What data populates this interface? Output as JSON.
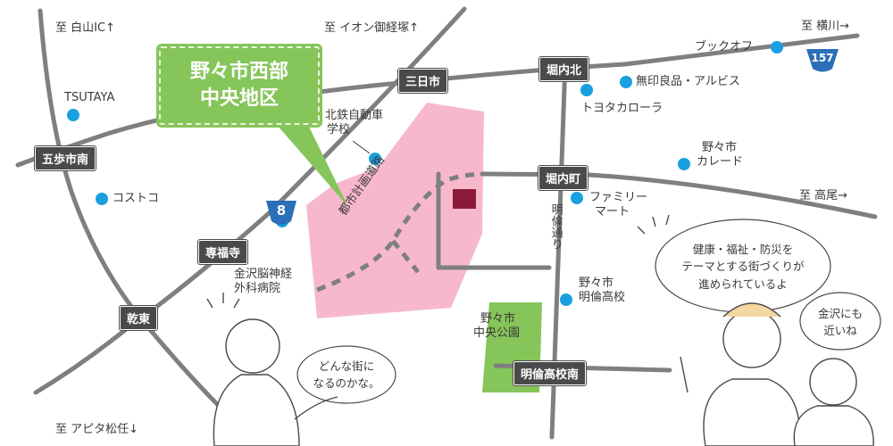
{
  "title": {
    "line1": "野々市西部",
    "line2": "中央地区"
  },
  "destinations": {
    "hakusan_ic": "至 白山IC↑",
    "aeon": "至 イオン御経塚↑",
    "yokogawa": "至 横川→",
    "takao": "至 高尾→",
    "apita": "至 アピタ松任↓"
  },
  "intersections": {
    "mikkaichi": "三日市",
    "horiuchi_kita": "堀内北",
    "gobuichi_minami": "五歩市南",
    "horiuchi_machi": "堀内町",
    "senpukuji": "専福寺",
    "inui_higashi": "乾東",
    "meirin_koko_minami": "明倫高校南"
  },
  "routes": {
    "national_8": "8",
    "prefectural_157": "157"
  },
  "landmarks": {
    "tsutaya": "TSUTAYA",
    "costco": "コストコ",
    "hokutetsu_school": {
      "line1": "北鉄自動車",
      "line2": "学校"
    },
    "kanazawa_hospital": {
      "line1": "金沢脳神経",
      "line2": "外科病院"
    },
    "book_off": "ブックオフ",
    "muji": "無印良品・アルビス",
    "toyota": "トヨタカローラ",
    "karedo": {
      "line1": "野々市",
      "line2": "カレード"
    },
    "familymart": {
      "line1": "ファミリー",
      "line2": "マート"
    },
    "meirin_hs": {
      "line1": "野々市",
      "line2": "明倫高校"
    },
    "central_park": {
      "line1": "野々市",
      "line2": "中央公園"
    }
  },
  "road_labels": {
    "city_plan_road": "都市計画道路",
    "meirin_dori": "明倫通り"
  },
  "speech": {
    "man": {
      "line1": "どんな街に",
      "line2": "なるのかな。"
    },
    "woman": {
      "line1": "健康・福祉・防災を",
      "line2": "テーマとする街づくりが",
      "line3": "進められているよ"
    },
    "girl": {
      "line1": "金沢にも",
      "line2": "近いね"
    }
  },
  "colors": {
    "road": "#7f7f7f",
    "district": "#f7b8cc",
    "park": "#86c55a",
    "poi": "#1aa0e0",
    "marker": "#8b1a3a",
    "signal_bg": "#4a4a4a"
  }
}
